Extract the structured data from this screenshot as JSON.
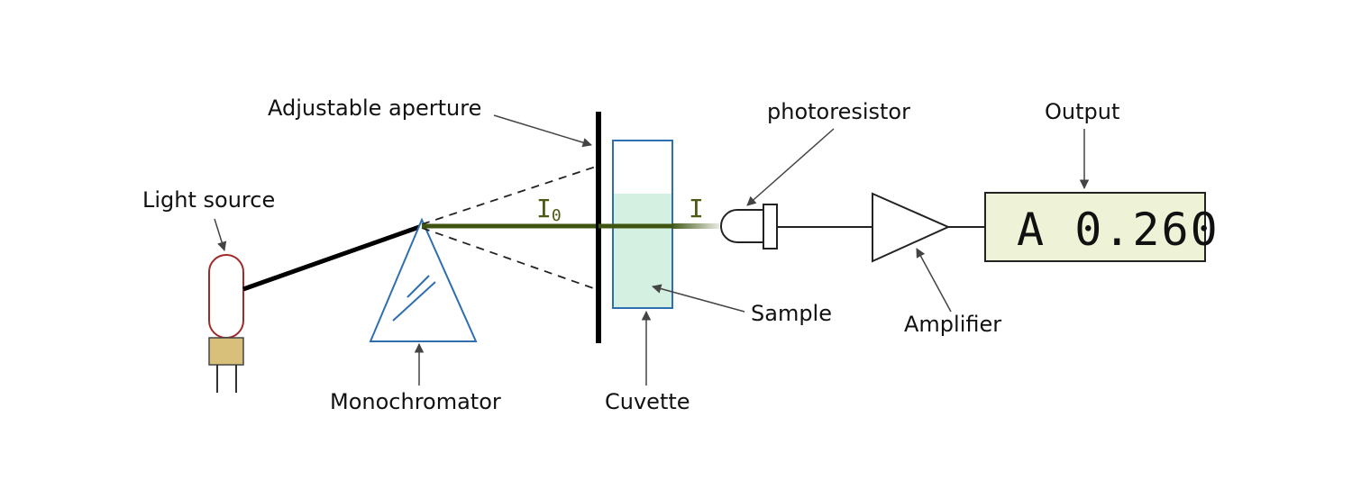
{
  "labels": {
    "light_source": "Light source",
    "monochromator": "Monochromator",
    "aperture": "Adjustable aperture",
    "cuvette": "Cuvette",
    "sample": "Sample",
    "photoresistor": "photoresistor",
    "amplifier": "Amplifier",
    "output": "Output"
  },
  "beam": {
    "incident_symbol": "I",
    "incident_subscript": "0",
    "transmitted_symbol": "I"
  },
  "display": {
    "reading": "A 0.260"
  },
  "colors": {
    "beam": "#3f5410",
    "bulb_outline": "#a02a2a",
    "bulb_base": "#d9c07a",
    "prism_outline": "#2f6fb0",
    "cuvette_outline": "#2f6fb0",
    "sample_fill": "#d4f0e0",
    "lcd_fill": "#eef3d8"
  }
}
